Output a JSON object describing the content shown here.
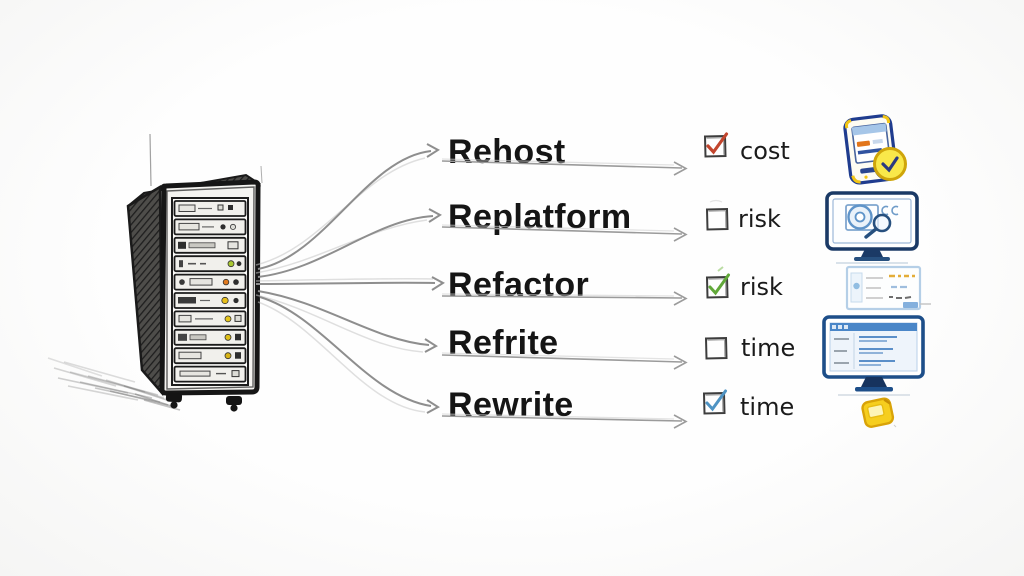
{
  "rows": [
    {
      "label": "Rehost",
      "metric": "cost",
      "checked": true,
      "check_color": "#c2452d",
      "icon": "handheld-device-clock-icon"
    },
    {
      "label": "Replatform",
      "metric": "risk",
      "checked": false,
      "check_color": "#888888",
      "icon": "monitor-magnifier-icon"
    },
    {
      "label": "Refactor",
      "metric": "risk",
      "checked": true,
      "check_color": "#61a839",
      "icon": "dialog-window-icon"
    },
    {
      "label": "Refrite",
      "metric": "time",
      "checked": false,
      "check_color": "#888888",
      "icon": "monitor-list-icon"
    },
    {
      "label": "Rewrite",
      "metric": "time",
      "checked": true,
      "check_color": "#4e93c3",
      "icon": "yellow-tag-icon"
    }
  ],
  "illustrations": {
    "left": "server-rack-sketch"
  },
  "colors": {
    "check_cost_red": "#c2452d",
    "check_risk_green": "#61a839",
    "check_time_blue": "#4e93c3",
    "arrow_gray": "#8f8f8f",
    "sketch_ink": "#1a1a1a",
    "icon_blue": "#1d4e89",
    "icon_yellow": "#f2c515"
  }
}
